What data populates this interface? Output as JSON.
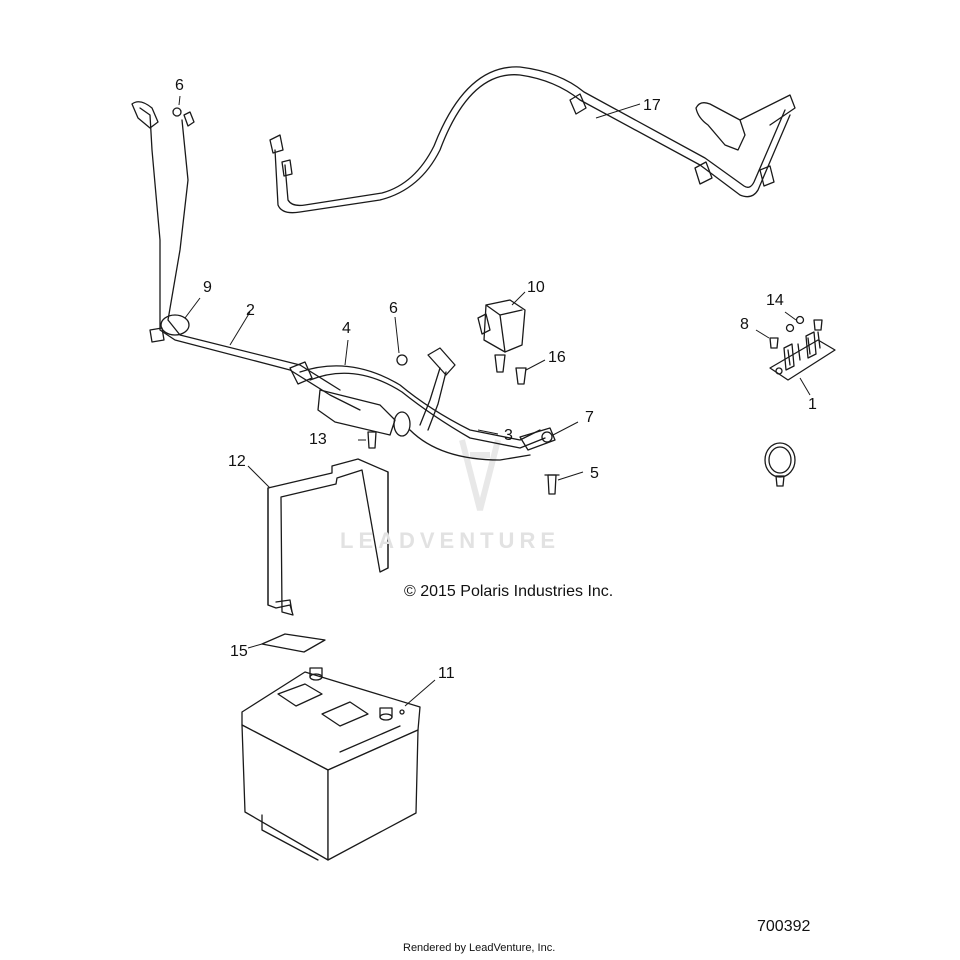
{
  "callouts": [
    {
      "id": "c1",
      "text": "1"
    },
    {
      "id": "c2",
      "text": "2"
    },
    {
      "id": "c3",
      "text": "3"
    },
    {
      "id": "c4",
      "text": "4"
    },
    {
      "id": "c5",
      "text": "5"
    },
    {
      "id": "c6a",
      "text": "6"
    },
    {
      "id": "c6b",
      "text": "6"
    },
    {
      "id": "c7",
      "text": "7"
    },
    {
      "id": "c8",
      "text": "8"
    },
    {
      "id": "c9",
      "text": "9"
    },
    {
      "id": "c10",
      "text": "10"
    },
    {
      "id": "c11",
      "text": "11"
    },
    {
      "id": "c12",
      "text": "12"
    },
    {
      "id": "c13",
      "text": "13"
    },
    {
      "id": "c14",
      "text": "14"
    },
    {
      "id": "c15",
      "text": "15"
    },
    {
      "id": "c16",
      "text": "16"
    },
    {
      "id": "c17",
      "text": "17"
    }
  ],
  "copyright": "© 2015 Polaris Industries Inc.",
  "watermark": "LEADVENTURE",
  "doc_number": "700392",
  "rendered_by": "Rendered by LeadVenture, Inc."
}
